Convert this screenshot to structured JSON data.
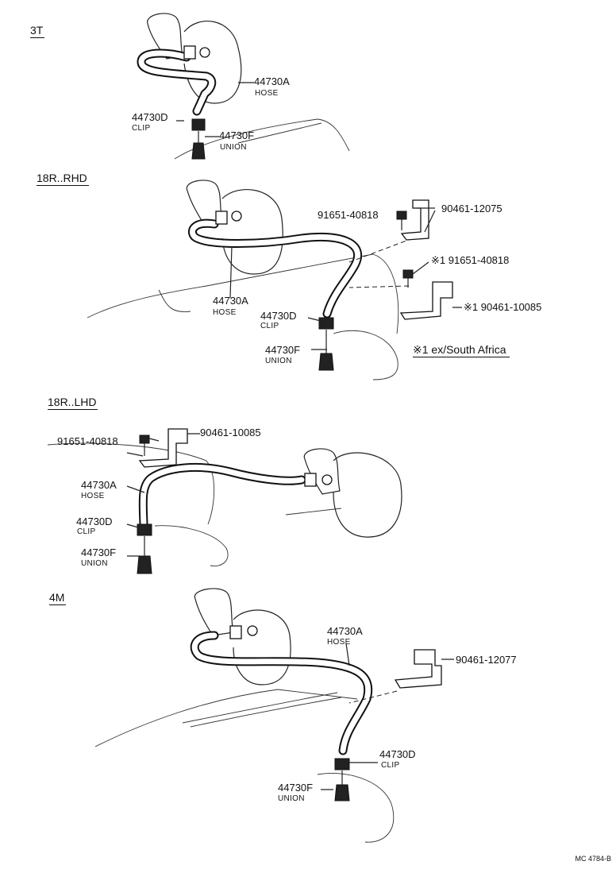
{
  "sections": [
    {
      "title": "3T",
      "labels": [
        {
          "part": "44730A",
          "name": "HOSE"
        },
        {
          "part": "44730D",
          "name": "CLIP"
        },
        {
          "part": "44730F",
          "name": "UNION"
        }
      ]
    },
    {
      "title": "18R..RHD",
      "labels": [
        {
          "part": "91651-40818",
          "name": ""
        },
        {
          "part": "90461-12075",
          "name": ""
        },
        {
          "part": "※1 91651-40818",
          "name": ""
        },
        {
          "part": "※1 90461-10085",
          "name": ""
        },
        {
          "part": "44730A",
          "name": "HOSE"
        },
        {
          "part": "44730D",
          "name": "CLIP"
        },
        {
          "part": "44730F",
          "name": "UNION"
        }
      ],
      "note": "※1 ex/South Africa"
    },
    {
      "title": "18R..LHD",
      "labels": [
        {
          "part": "91651-40818",
          "name": ""
        },
        {
          "part": "90461-10085",
          "name": ""
        },
        {
          "part": "44730A",
          "name": "HOSE"
        },
        {
          "part": "44730D",
          "name": "CLIP"
        },
        {
          "part": "44730F",
          "name": "UNION"
        }
      ]
    },
    {
      "title": "4M",
      "labels": [
        {
          "part": "44730A",
          "name": "HOSE"
        },
        {
          "part": "90461-12077",
          "name": ""
        },
        {
          "part": "44730D",
          "name": "CLIP"
        },
        {
          "part": "44730F",
          "name": "UNION"
        }
      ]
    }
  ],
  "footer": "MC 4784-B"
}
